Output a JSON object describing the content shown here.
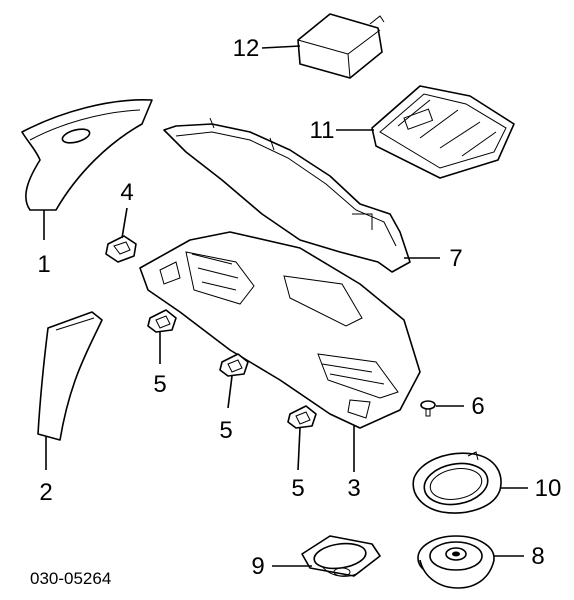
{
  "diagram": {
    "callouts": [
      {
        "id": "c1",
        "label": "1"
      },
      {
        "id": "c2",
        "label": "2"
      },
      {
        "id": "c3",
        "label": "3"
      },
      {
        "id": "c4",
        "label": "4"
      },
      {
        "id": "c5a",
        "label": "5"
      },
      {
        "id": "c5b",
        "label": "5"
      },
      {
        "id": "c5c",
        "label": "5"
      },
      {
        "id": "c6",
        "label": "6"
      },
      {
        "id": "c7",
        "label": "7"
      },
      {
        "id": "c8",
        "label": "8"
      },
      {
        "id": "c9",
        "label": "9"
      },
      {
        "id": "c10",
        "label": "10"
      },
      {
        "id": "c11",
        "label": "11"
      },
      {
        "id": "c12",
        "label": "12"
      }
    ],
    "diagram_code": "030-05264"
  },
  "colors": {
    "line": "#000000",
    "background": "#ffffff"
  }
}
